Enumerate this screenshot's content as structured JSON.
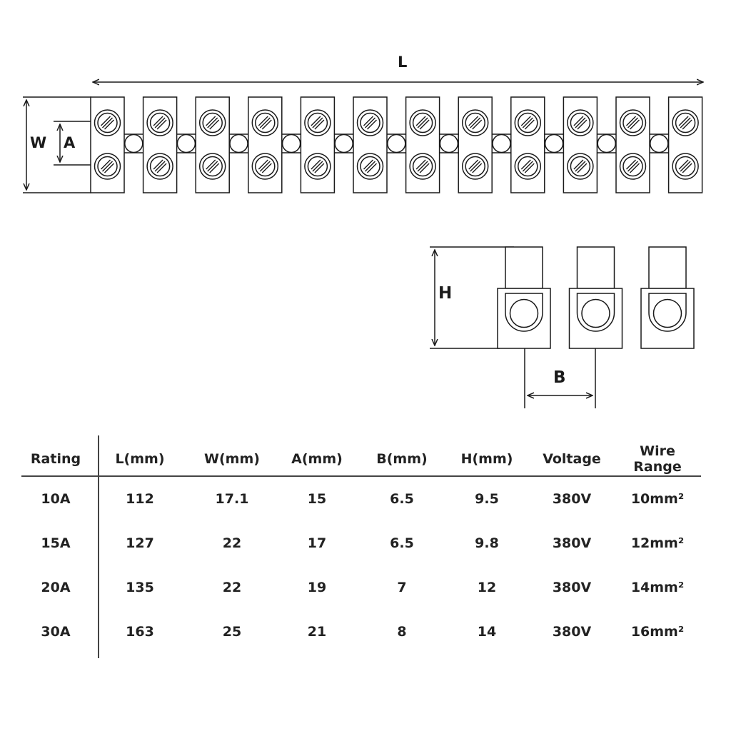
{
  "labels": {
    "L": "L",
    "W": "W",
    "A": "A",
    "H": "H",
    "B": "B"
  },
  "terminal_block": {
    "terminal_count": 12
  },
  "side_view": {
    "terminal_count": 3
  },
  "table": {
    "headers": [
      "Rating",
      "L(mm)",
      "W(mm)",
      "A(mm)",
      "B(mm)",
      "H(mm)",
      "Voltage",
      "Wire Range"
    ],
    "rows": [
      [
        "10A",
        "112",
        "17.1",
        "15",
        "6.5",
        "9.5",
        "380V",
        "10mm²"
      ],
      [
        "15A",
        "127",
        "22",
        "17",
        "6.5",
        "9.8",
        "380V",
        "12mm²"
      ],
      [
        "20A",
        "135",
        "22",
        "19",
        "7",
        "12",
        "380V",
        "14mm²"
      ],
      [
        "30A",
        "163",
        "25",
        "21",
        "8",
        "14",
        "380V",
        "16mm²"
      ]
    ]
  },
  "colors": {
    "line": "#1a1a1a",
    "background": "#ffffff"
  }
}
